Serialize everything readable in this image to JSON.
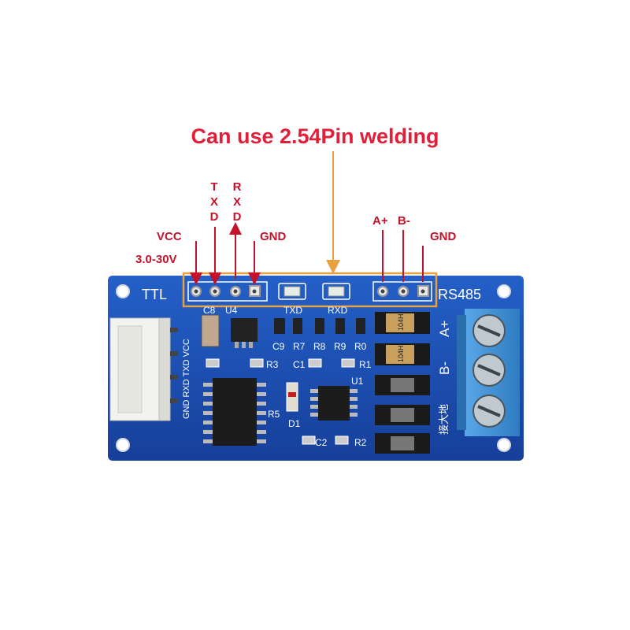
{
  "headline": "Can use 2.54Pin welding",
  "annotations": {
    "vcc": "VCC",
    "vcc_range": "3.0-30V",
    "txd": "TXD",
    "rxd": "RXD",
    "gnd_left": "GND",
    "a_plus": "A+",
    "b_minus": "B-",
    "gnd_right": "GND"
  },
  "board": {
    "ttl": "TTL",
    "rs485": "RS485",
    "txd_led": "TXD",
    "rxd_led": "RXD",
    "terminal_a": "A+",
    "terminal_b": "B-",
    "ground_chinese": "接大地",
    "connector_pins": "GND RXD TXD VCC",
    "refs": {
      "c8": "C8",
      "u4": "U4",
      "c9": "C9",
      "r7": "R7",
      "r8": "R8",
      "r9": "R9",
      "r0": "R0",
      "r3": "R3",
      "c1": "C1",
      "r1": "R1",
      "u1": "U1",
      "r5": "R5",
      "d1": "D1",
      "c2": "C2",
      "r2": "R2"
    },
    "tvs_marking": "104H"
  },
  "colors": {
    "annotation_red": "#c4122a",
    "headline_red": "#e0203a",
    "arrow_orange": "#e8a040",
    "pcb_blue": "#1a4fb5",
    "terminal_blue": "#3a8ed0"
  }
}
